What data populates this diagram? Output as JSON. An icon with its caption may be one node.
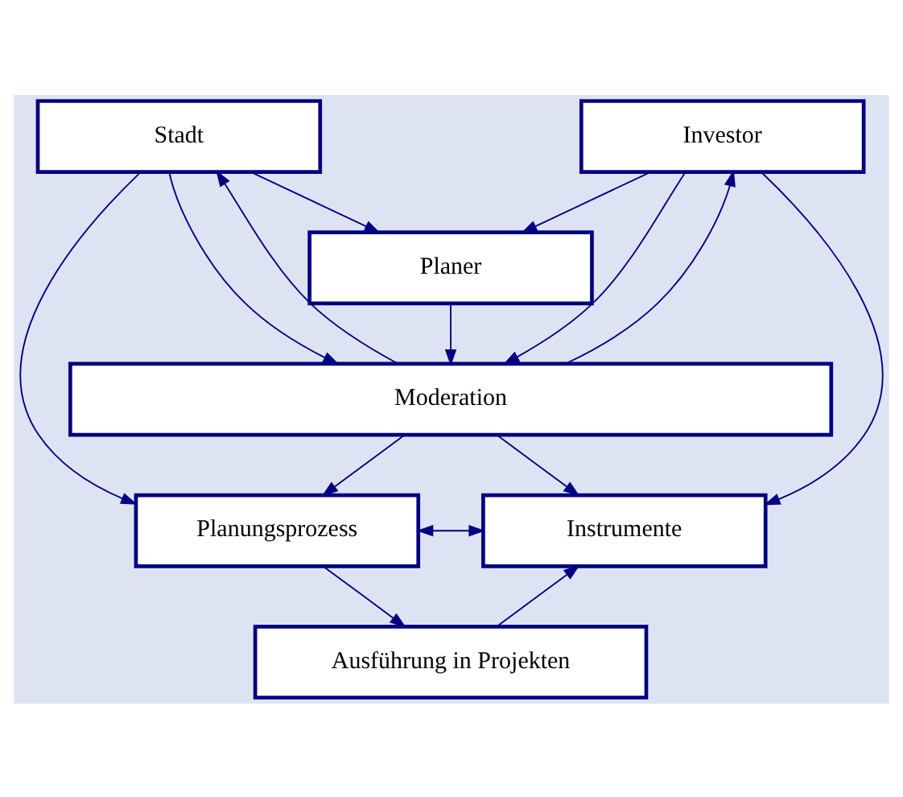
{
  "diagram": {
    "nodes": [
      {
        "text": [
          "Stadt"
        ]
      },
      {
        "text": [
          "Investor"
        ]
      },
      {
        "text": [
          "Planer"
        ]
      },
      {
        "text": [
          "Moderation"
        ]
      },
      {
        "text": [
          "Planungsprozess"
        ]
      },
      {
        "text": [
          "Instrumente"
        ]
      },
      {
        "text": [
          "Ausführung in Projekten"
        ]
      }
    ],
    "edges": [
      {
        "from": 0,
        "to": 2,
        "arrow": "to"
      },
      {
        "from": 1,
        "to": 2,
        "arrow": "to"
      },
      {
        "from": 0,
        "to": 3,
        "arrow": "to"
      },
      {
        "from": 3,
        "to": 0,
        "arrow": "to"
      },
      {
        "from": 1,
        "to": 3,
        "arrow": "to"
      },
      {
        "from": 3,
        "to": 1,
        "arrow": "to"
      },
      {
        "from": 2,
        "to": 3,
        "arrow": "to"
      },
      {
        "from": 3,
        "to": 4,
        "arrow": "to"
      },
      {
        "from": 3,
        "to": 5,
        "arrow": "to"
      },
      {
        "from": 4,
        "to": 5,
        "arrow": "both"
      },
      {
        "from": 4,
        "to": 6,
        "arrow": "to"
      },
      {
        "from": 6,
        "to": 5,
        "arrow": "to"
      },
      {
        "from": 0,
        "to": 4,
        "arrow": "to"
      },
      {
        "from": 1,
        "to": 5,
        "arrow": "to"
      }
    ]
  }
}
